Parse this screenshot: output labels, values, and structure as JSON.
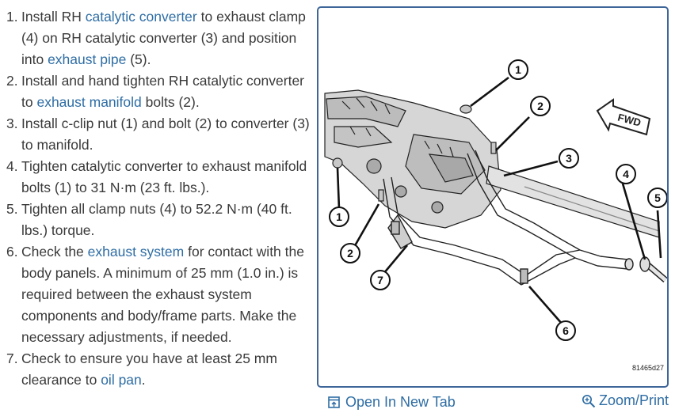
{
  "steps": [
    {
      "num": "1.",
      "parts": [
        {
          "t": "Install RH "
        },
        {
          "t": "catalytic converter",
          "link": true
        },
        {
          "t": " to exhaust clamp (4) on RH catalytic converter (3) and position into "
        },
        {
          "t": "exhaust pipe",
          "link": true
        },
        {
          "t": " (5)."
        }
      ]
    },
    {
      "num": "2.",
      "parts": [
        {
          "t": "Install and hand tighten RH catalytic converter to "
        },
        {
          "t": "exhaust manifold",
          "link": true
        },
        {
          "t": " bolts (2)."
        }
      ]
    },
    {
      "num": "3.",
      "parts": [
        {
          "t": "Install c-clip nut (1) and bolt (2) to converter (3) to manifold."
        }
      ]
    },
    {
      "num": "4.",
      "parts": [
        {
          "t": "Tighten catalytic converter to exhaust manifold bolts (1) to 31 N·m (23 ft. lbs.)."
        }
      ]
    },
    {
      "num": "5.",
      "parts": [
        {
          "t": "Tighten all clamp nuts (4) to 52.2 N·m (40 ft. lbs.) torque."
        }
      ]
    },
    {
      "num": "6.",
      "parts": [
        {
          "t": "Check the "
        },
        {
          "t": "exhaust system",
          "link": true
        },
        {
          "t": " for contact with the body panels. A minimum of 25 mm (1.0 in.) is required between the exhaust system components and body/frame parts. Make the necessary adjustments, if needed."
        }
      ]
    },
    {
      "num": "7.",
      "parts": [
        {
          "t": "Check to ensure you have at least 25 mm clearance to "
        },
        {
          "t": "oil pan",
          "link": true
        },
        {
          "t": "."
        }
      ]
    }
  ],
  "figure": {
    "fwd_label": "FWD",
    "figure_id": "81465d27",
    "callouts": [
      "1",
      "2",
      "3",
      "4",
      "5",
      "1",
      "2",
      "7",
      "6"
    ]
  },
  "links": {
    "open_tab": "Open In New Tab",
    "zoom": "Zoom/Print"
  },
  "colors": {
    "link": "#2e6da4",
    "frame": "#3e6699",
    "text": "#3a3a3a"
  },
  "icons": {
    "open_tab": "open-new-tab-icon",
    "zoom": "zoom-magnifier-icon"
  }
}
